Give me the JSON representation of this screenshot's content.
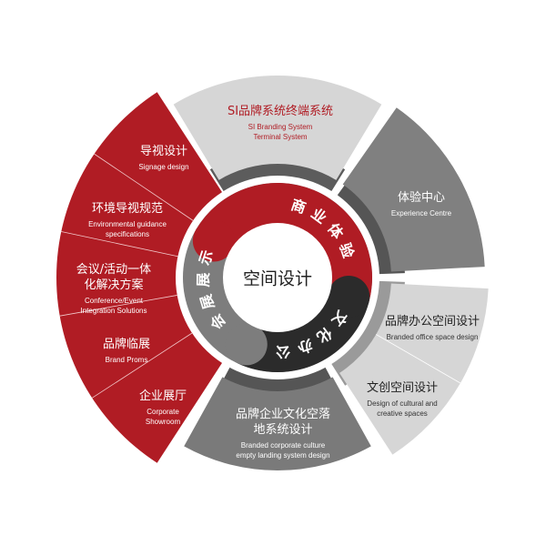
{
  "center": {
    "title": "空间设计"
  },
  "ring": [
    {
      "label": "商业体验",
      "color": "#b01c24"
    },
    {
      "label": "文化办公",
      "color": "#2b2b2b"
    },
    {
      "label": "会展展示",
      "color": "#7d7d7d"
    }
  ],
  "top": {
    "zh": "SI品牌系统终端系统",
    "en1": "SI Branding System",
    "en2": "Terminal System",
    "color": "#d6d6d6"
  },
  "top_right": {
    "zh": "体验中心",
    "en": "Experience Centre",
    "color": "#808080"
  },
  "right": [
    {
      "zh": "品牌办公空间设计",
      "en1": "Branded office space design"
    },
    {
      "zh": "文创空间设计",
      "en1": "Design of cultural and",
      "en2": "creative spaces"
    }
  ],
  "bottom": {
    "zh1": "品牌企业文化空落",
    "zh2": "地系统设计",
    "en1": "Branded corporate culture",
    "en2": "empty landing system design",
    "color": "#7a7a7a"
  },
  "left": [
    {
      "zh1": "导视设计",
      "en1": "Signage design"
    },
    {
      "zh1": "环境导视规范",
      "en1": "Environmental guidance",
      "en2": "specifications"
    },
    {
      "zh1": "会议/活动一体",
      "zh2": "化解决方案",
      "en1": "Conference/Event",
      "en2": "Integration Solutions"
    },
    {
      "zh1": "品牌临展",
      "en1": "Brand Proms"
    },
    {
      "zh1": "企业展厅",
      "en1": "Corporate",
      "en2": "Showroom"
    }
  ],
  "colors": {
    "red": "#b01c24",
    "dark": "#2b2b2b",
    "gray": "#7d7d7d",
    "light": "#d6d6d6"
  }
}
